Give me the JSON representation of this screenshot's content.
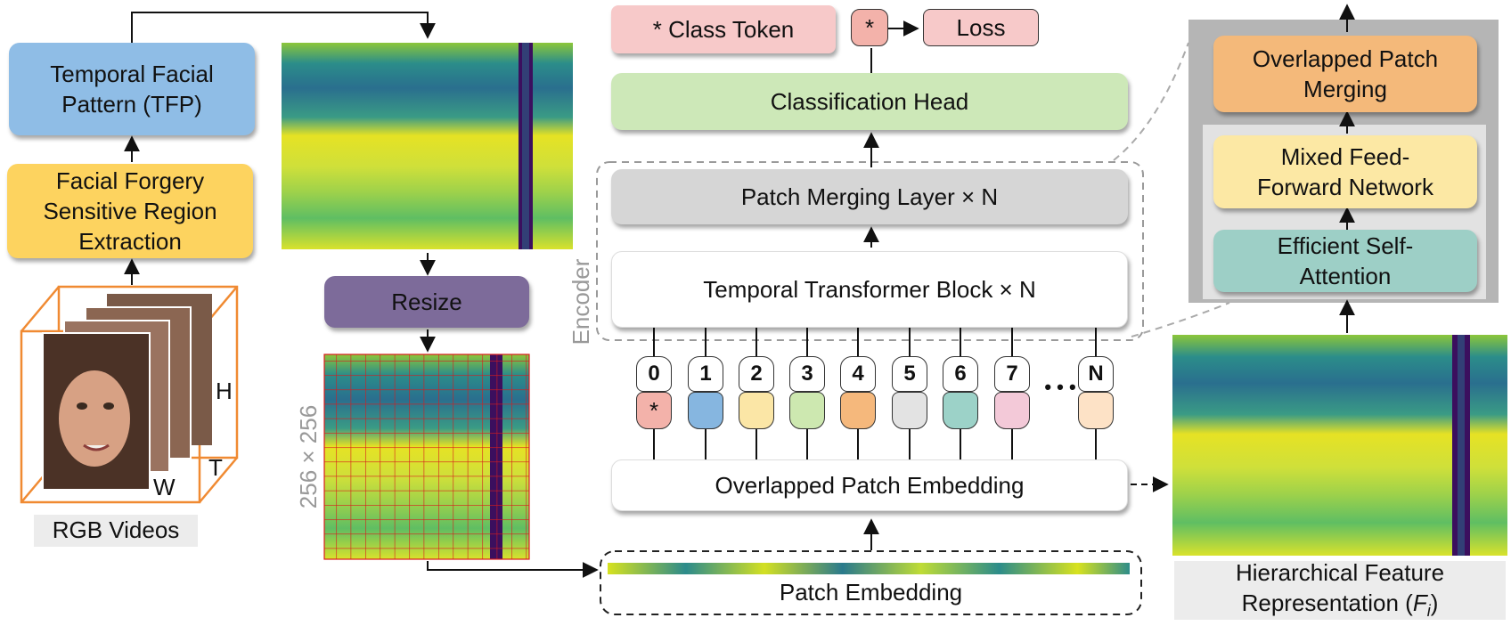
{
  "left": {
    "tfp_label": "Temporal Facial Pattern (TFP)",
    "region_label": "Facial Forgery Sensitive Region Extraction",
    "videos_label": "RGB Videos",
    "axis_h": "H",
    "axis_w": "W",
    "axis_t": "T"
  },
  "middle_left": {
    "resize_label": "Resize",
    "size_label": "256 × 256"
  },
  "center": {
    "class_token_label": "* Class Token",
    "star": "*",
    "loss_label": "Loss",
    "classification_head_label": "Classification Head",
    "patch_merging_layer_label": "Patch Merging Layer × N",
    "temporal_transformer_label": "Temporal Transformer Block × N",
    "encoder_label": "Encoder",
    "tokens": [
      "0",
      "1",
      "2",
      "3",
      "4",
      "5",
      "6",
      "7",
      "N"
    ],
    "ellipsis": "• • •",
    "overlapped_patch_embedding_label": "Overlapped Patch Embedding",
    "patch_embedding_label": "Patch Embedding"
  },
  "right": {
    "overlapped_patch_merging_label": "Overlapped Patch Merging",
    "mixed_ffn_label": "Mixed Feed-Forward Network",
    "efficient_attention_label": "Efficient Self-Attention",
    "hier_line1": "Hierarchical Feature",
    "hier_line2": "Representation (",
    "hier_symbol": "F",
    "hier_sub": "i",
    "hier_close": ")"
  },
  "colors": {
    "blue": "#8fbde6",
    "yellow": "#fdd35f",
    "purple": "#7d6b9a",
    "pink": "#f7c9c9",
    "green": "#cde8b8",
    "gray": "#d6d6d6",
    "orange": "#f4b97a",
    "cream": "#fce8a4",
    "teal": "#9dcfc6",
    "viridis_dark": "#3b0f5e",
    "viridis_mid": "#2f8a86",
    "viridis_light": "#dce21d"
  },
  "token_colors": [
    "#f3b2aa",
    "#86b6e0",
    "#fbe6a6",
    "#cde8b0",
    "#f5b87c",
    "#e3e3e3",
    "#9cd2c8",
    "#f3c9d8",
    "#fde2c6"
  ]
}
